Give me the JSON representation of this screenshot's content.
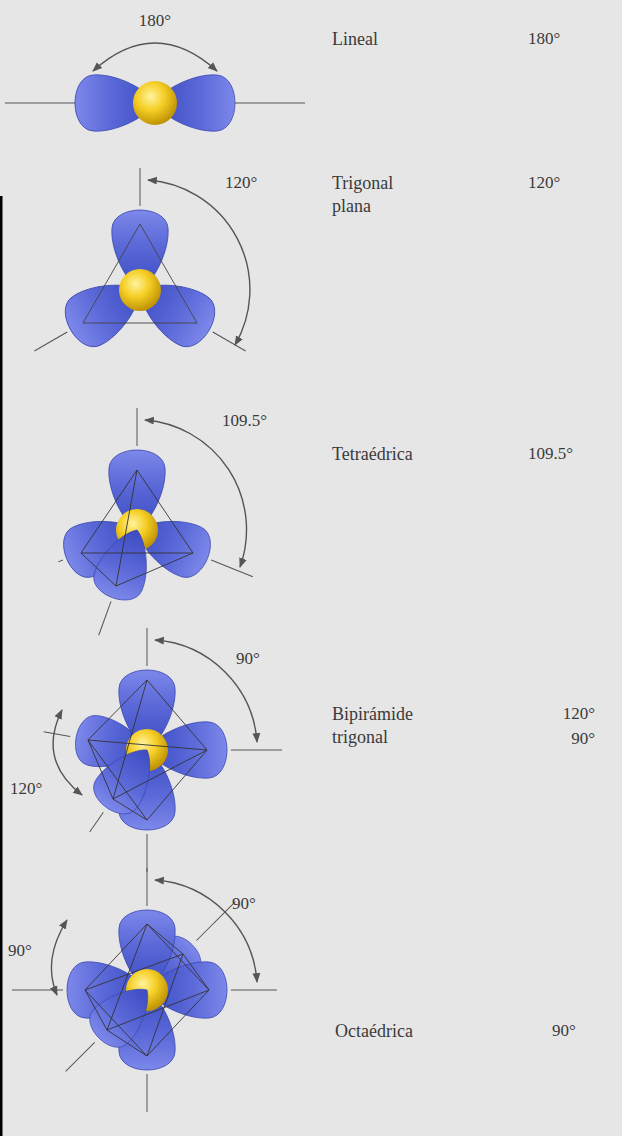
{
  "diagram": {
    "labels": [
      "180°",
      "Lineal",
      "180°",
      "120°",
      "Trigonal plana",
      "120°",
      "109.5°",
      "Tetraédrica",
      "109.5°",
      "90°",
      "Bipirámide trigonal",
      "120°",
      "90°",
      "120°",
      "90°",
      "90°",
      "Octaédrica",
      "90°"
    ]
  }
}
